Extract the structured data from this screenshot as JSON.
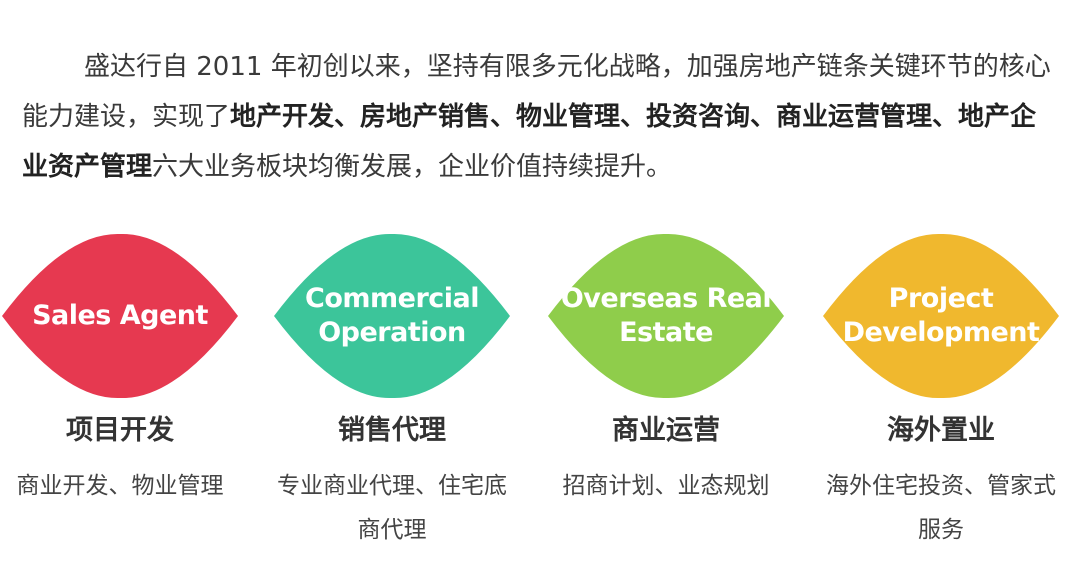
{
  "intro": {
    "part1": "盛达行自 2011 年初创以来，坚持有限多元化战略，加强房地产链条关键环节的核心能力建设，实现了",
    "highlight": "地产开发、房地产销售、物业管理、投资咨询、商业运营管理、地产企业资产管理",
    "part2": "六大业务板块均衡发展，企业价值持续提升。"
  },
  "cards": [
    {
      "leaf_text": "Sales Agent",
      "title": "项目开发",
      "desc": "商业开发、物业管理",
      "color": "#e63950"
    },
    {
      "leaf_text": "Commercial Operation",
      "title": "销售代理",
      "desc": "专业商业代理、住宅底商代理",
      "color": "#3cc59a"
    },
    {
      "leaf_text": "Overseas Real Estate",
      "title": "商业运营",
      "desc": "招商计划、业态规划",
      "color": "#8fcd4b"
    },
    {
      "leaf_text": "Project Development",
      "title": "海外置业",
      "desc": "海外住宅投资、管家式服务",
      "color": "#f0b82e"
    }
  ]
}
